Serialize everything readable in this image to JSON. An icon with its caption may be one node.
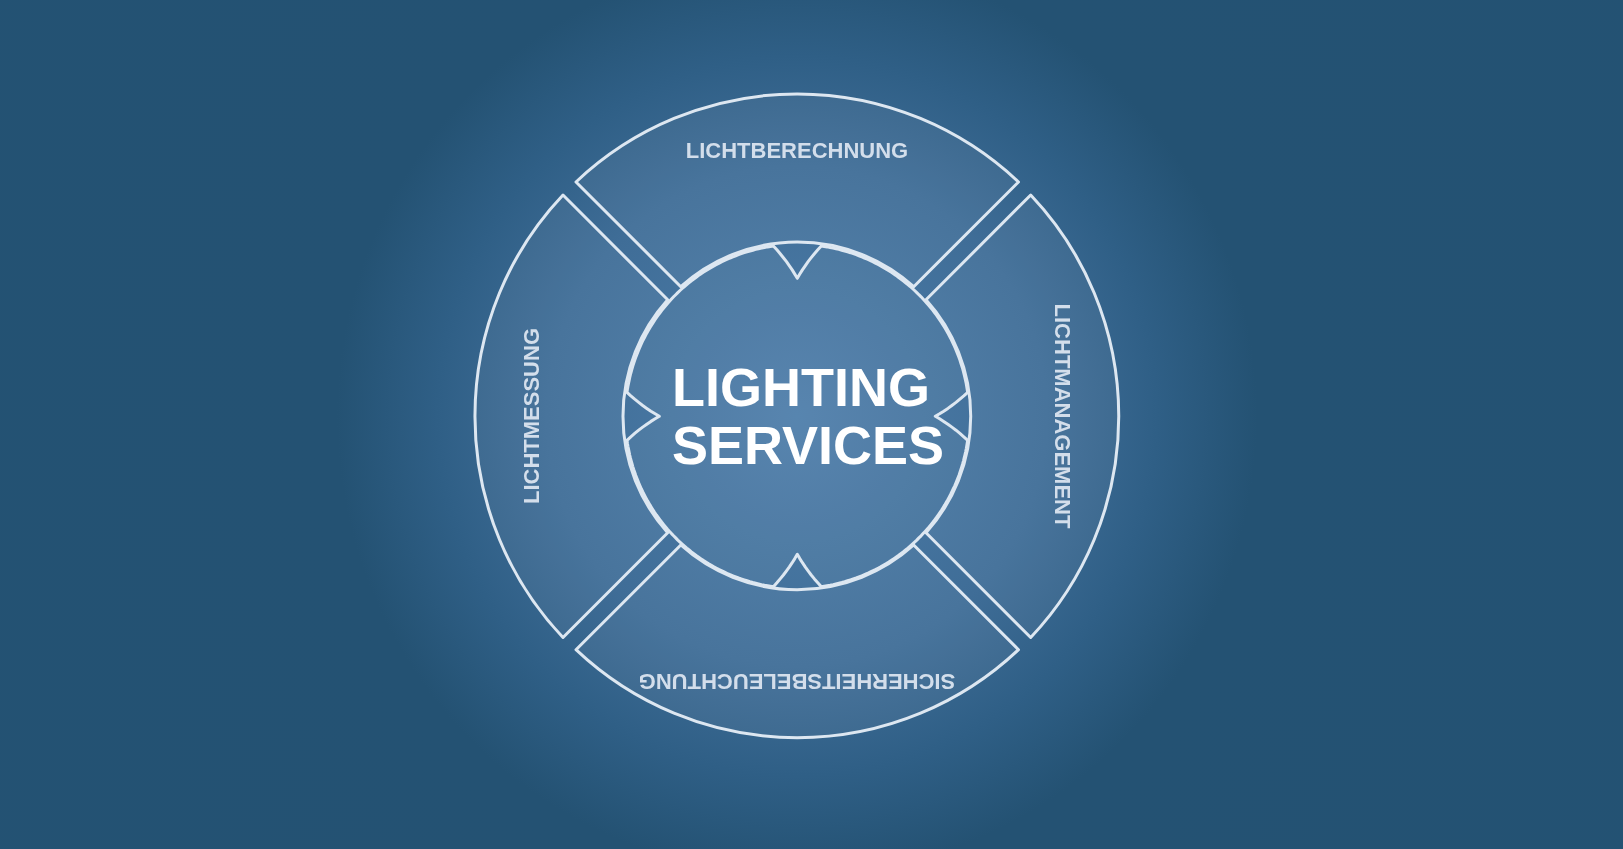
{
  "diagram": {
    "nodes": [
      {
        "text": [
          "LIGHTING SERVICES"
        ]
      },
      {
        "text": [
          "LICHTBERECHNUNG"
        ]
      },
      {
        "text": [
          "LICHTMANAGEMENT"
        ]
      },
      {
        "text": [
          "SICHERHEITSBELEUCHTUNG"
        ]
      },
      {
        "text": [
          "LICHTMESSUNG"
        ]
      }
    ]
  }
}
